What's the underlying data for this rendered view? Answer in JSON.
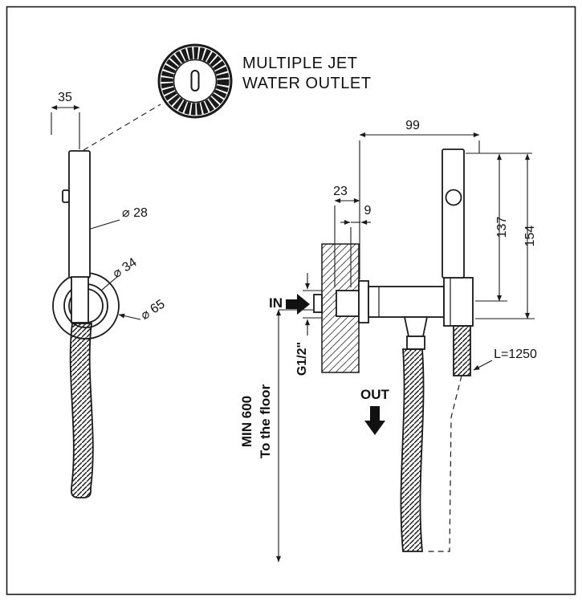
{
  "meta": {
    "background": "#ffffff",
    "line_color": "#1a1a1a"
  },
  "callout": {
    "line1": "MULTIPLE JET",
    "line2": "WATER OUTLET"
  },
  "front_view": {
    "dim_width": "35",
    "dim_handle_diameter": "⌀ 28",
    "dim_ring_inner_diameter": "⌀ 34",
    "dim_ring_outer_diameter": "⌀ 65"
  },
  "side_view": {
    "dim_total_width": "99",
    "dim_wall_depth": "23",
    "dim_offset": "9",
    "dim_height_to_center": "137",
    "dim_total_height": "154",
    "inlet_label": "IN",
    "outlet_label": "OUT",
    "thread_label": "G1/2\"",
    "floor_min_label": "MIN 600",
    "floor_text": "To the floor",
    "hose_length_label": "L=1250"
  }
}
